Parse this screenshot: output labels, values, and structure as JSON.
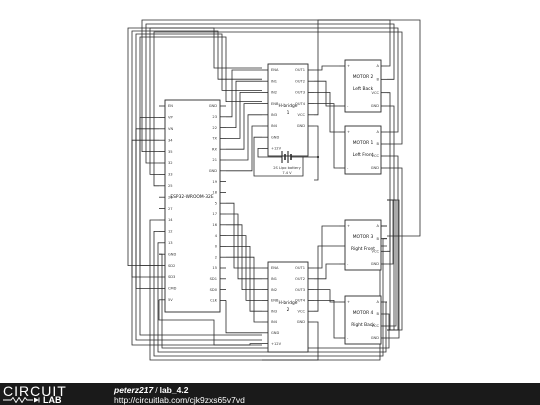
{
  "schematic": {
    "mcu": {
      "name": "ESP32-WROOM-32E",
      "left_pins": [
        "EN",
        "VP",
        "VN",
        "34",
        "35",
        "32",
        "33",
        "25",
        "26",
        "27",
        "14",
        "12",
        "13",
        "GND",
        "SD2",
        "SD3",
        "CMD",
        "5V"
      ],
      "right_pins": [
        "GND",
        "23",
        "22",
        "TX",
        "RX",
        "21",
        "GND",
        "19",
        "18",
        "5",
        "17",
        "16",
        "4",
        "0",
        "2",
        "15",
        "SD1",
        "SD0",
        "CLK"
      ]
    },
    "hbridge_1": {
      "name_line1": "H-bridge",
      "name_line2": "1",
      "left_pins": [
        "ENA",
        "IN1",
        "IN2",
        "ENB",
        "IN3",
        "IN4",
        "GND",
        "+12V"
      ],
      "right_pins": [
        "OUT1",
        "OUT2",
        "OUT3",
        "OUT4",
        "VCC",
        "GND"
      ]
    },
    "hbridge_2": {
      "name_line1": "H-bridge",
      "name_line2": "2",
      "left_pins": [
        "ENA",
        "IN1",
        "IN2",
        "ENB",
        "IN3",
        "IN4",
        "GND",
        "+12V"
      ],
      "right_pins": [
        "OUT1",
        "OUT2",
        "OUT3",
        "OUT4",
        "VCC",
        "GND"
      ]
    },
    "battery": {
      "line1": "2S Lipo battery",
      "line2": "7.4 V"
    },
    "motors": [
      {
        "title": "MOTOR 2",
        "subtitle": "Left Back",
        "pins_left": [
          "+",
          "-"
        ],
        "pins_right": [
          "A",
          "B",
          "VCC",
          "GND"
        ]
      },
      {
        "title": "MOTOR 1",
        "subtitle": "Left Front",
        "pins_left": [
          "+",
          "-"
        ],
        "pins_right": [
          "A",
          "B",
          "VCC",
          "GND"
        ]
      },
      {
        "title": "MOTOR 3",
        "subtitle": "Right Front",
        "pins_left": [
          "+",
          "-"
        ],
        "pins_right": [
          "A",
          "B",
          "VCC",
          "GND"
        ]
      },
      {
        "title": "MOTOR 4",
        "subtitle": "Right Back",
        "pins_left": [
          "+",
          "-"
        ],
        "pins_right": [
          "A",
          "B",
          "VCC",
          "GND"
        ]
      }
    ]
  },
  "footer": {
    "logo_top": "CIRCUIT",
    "logo_bottom": "LAB",
    "author": "peterz217",
    "separator": "/",
    "project": "lab_4.2",
    "url": "http://circuitlab.com/cjk9zxs65v7vd"
  }
}
